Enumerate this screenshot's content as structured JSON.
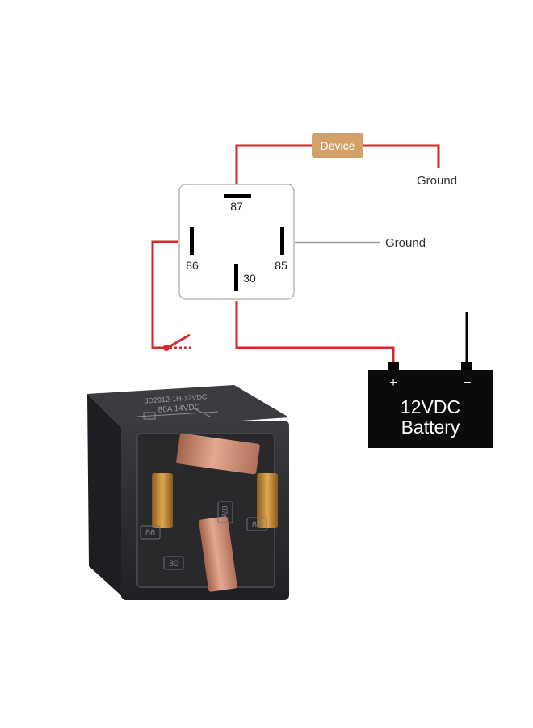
{
  "diagram": {
    "device_label": "Device",
    "ground_top_label": "Ground",
    "ground_mid_label": "Ground",
    "pins": {
      "p87": "87",
      "p86": "86",
      "p85": "85",
      "p30": "30"
    },
    "battery": {
      "plus": "+",
      "minus": "−",
      "line1": "12VDC",
      "line2": "Battery"
    }
  },
  "relay_photo": {
    "top_text_1": "JD2912-1H-12VDC",
    "top_text_2": "80A  14VDC",
    "pin_labels": {
      "p86": "86",
      "p85": "85",
      "p87a": "87a",
      "p30": "30"
    }
  },
  "colors": {
    "wire_red": "#d9262b",
    "wire_gray": "#9a9a9a",
    "device_fill": "#d4a06a",
    "battery_fill": "#0b0b0b",
    "relay_body": "#2b2c2f",
    "copper": "#c9876a"
  }
}
